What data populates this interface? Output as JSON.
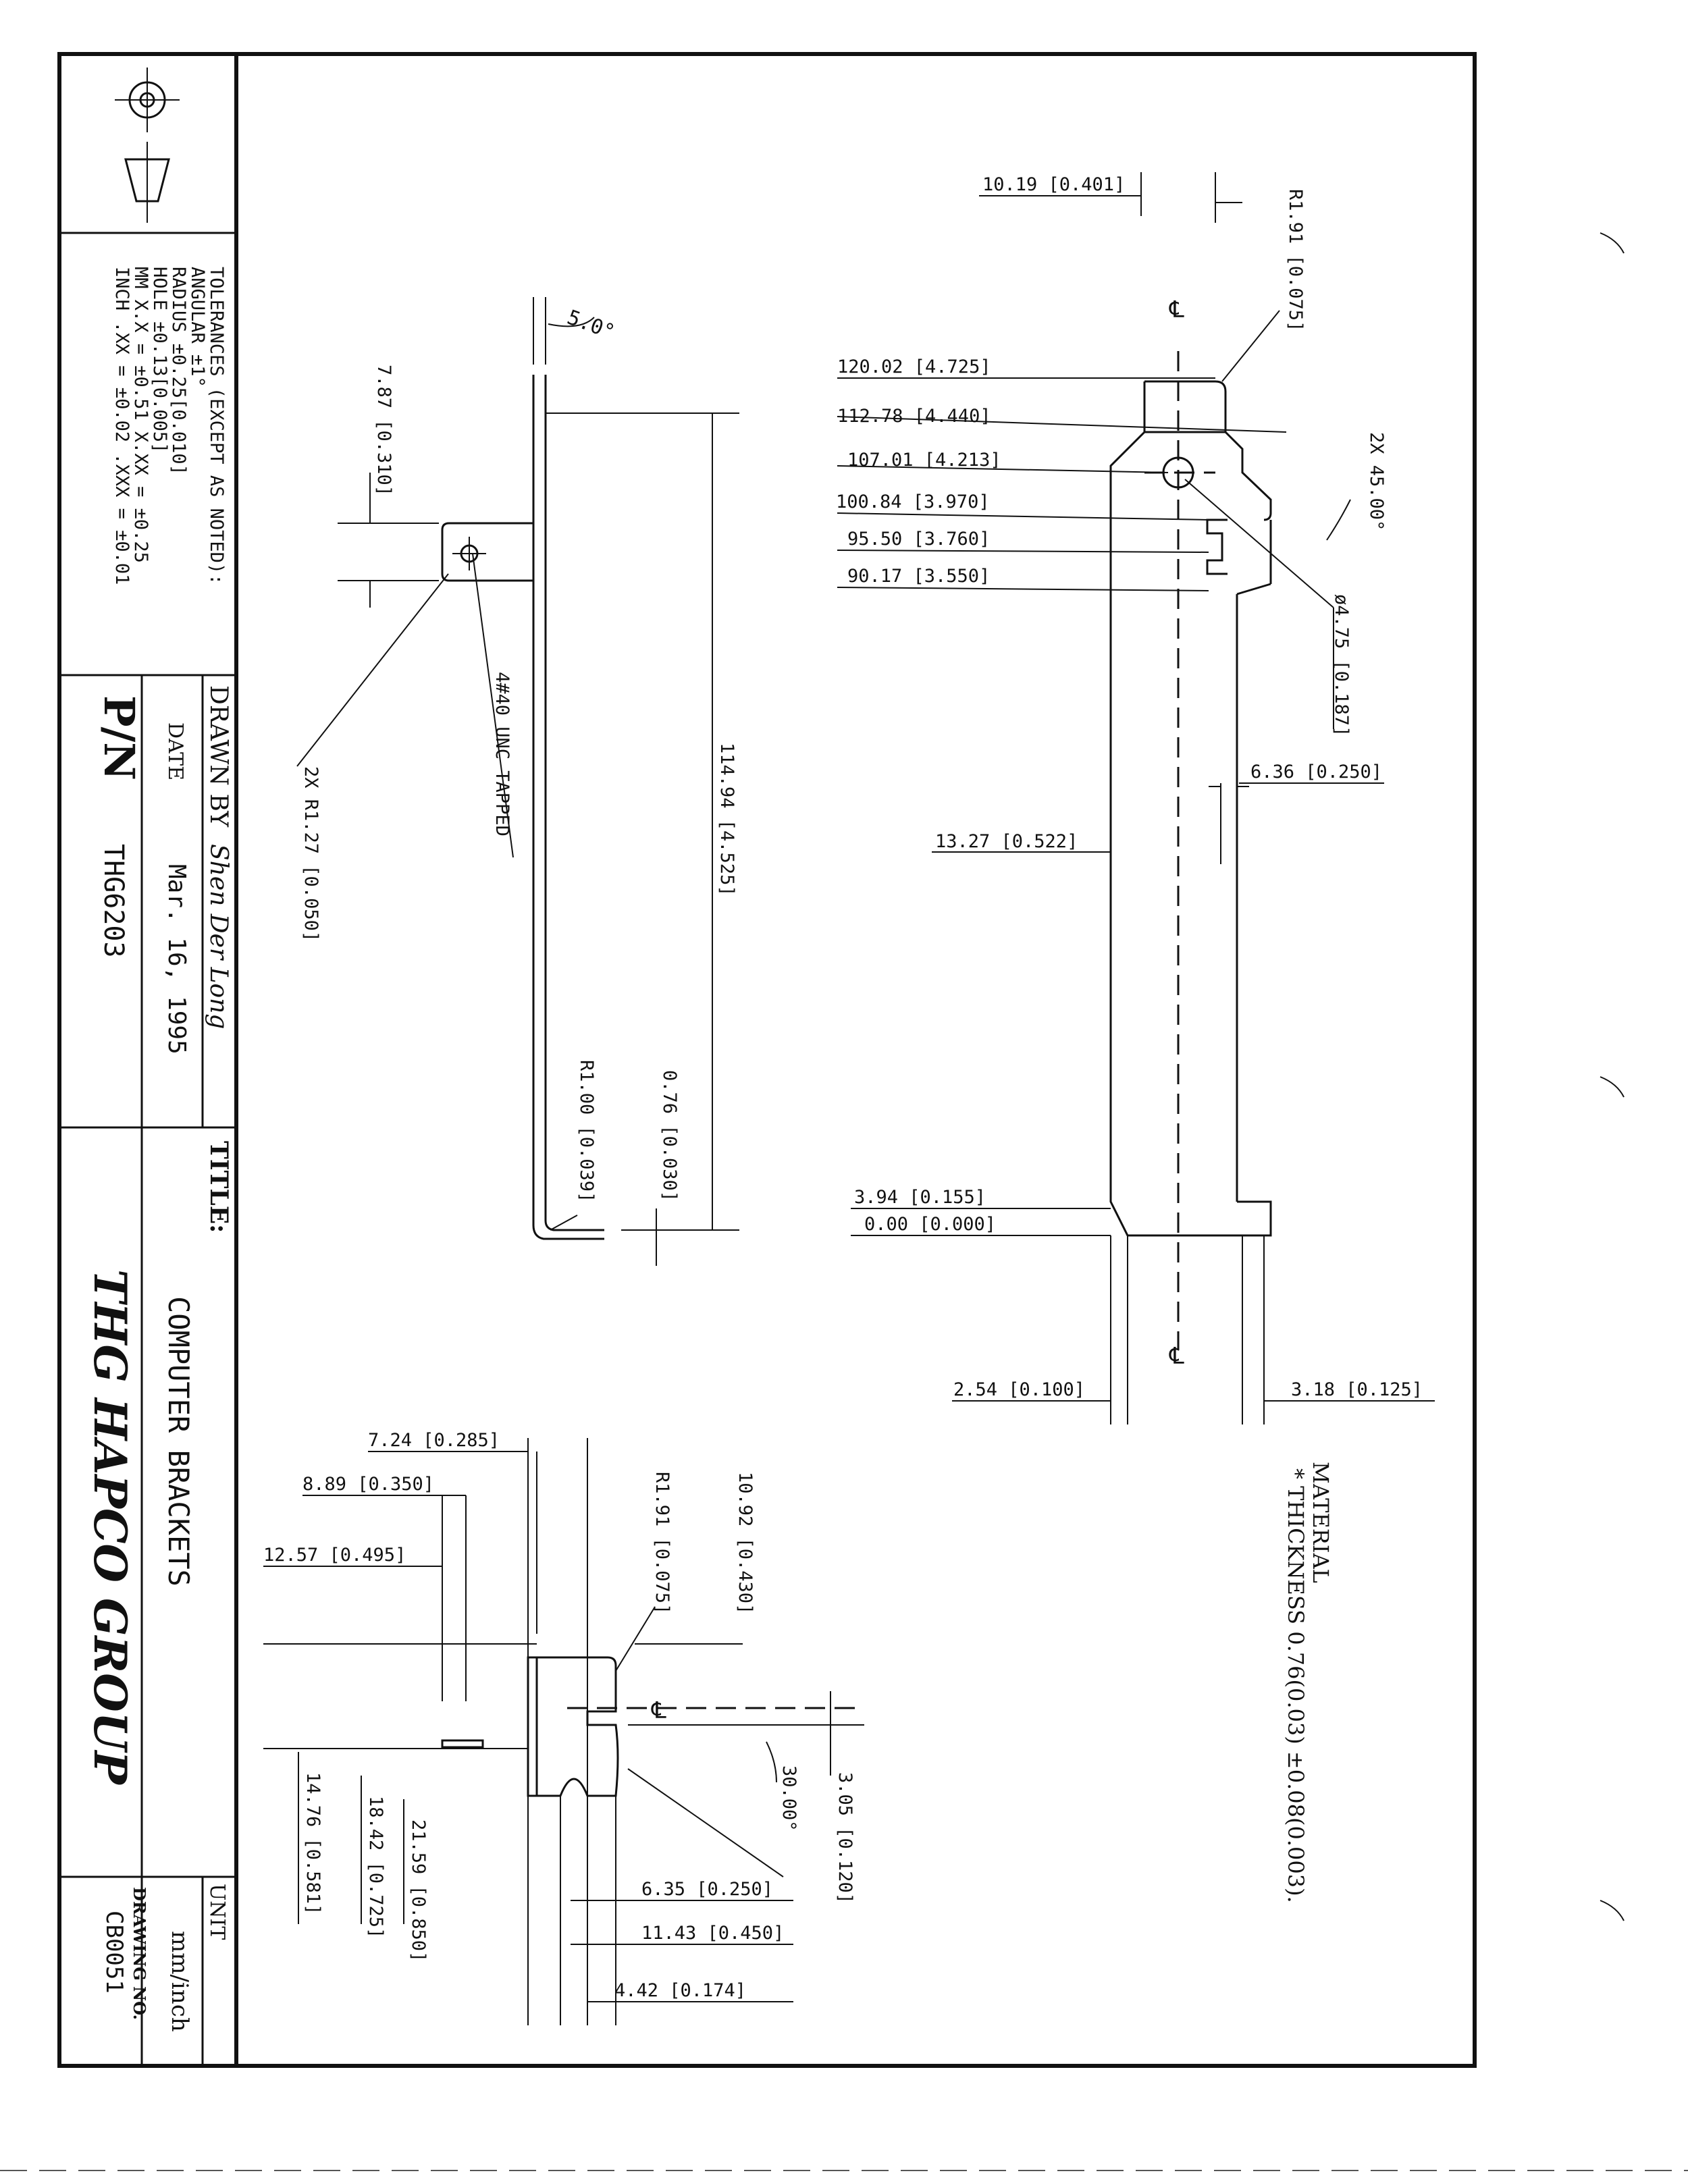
{
  "title_block": {
    "tolerances": [
      "TOLERANCES (EXCEPT AS NOTED):",
      "ANGULAR ±1°",
      "RADIUS ±0.25[0.010]",
      "HOLE ±0.13[0.005]",
      "MM X.X = ±0.51 X.XX = ±0.25",
      "INCH .XX = ±0.02 .XXX = ±0.01"
    ],
    "drawn_by_label": "DRAWN BY",
    "drawn_by_value": "Shen Der Long",
    "date_label": "DATE",
    "date_value": "Mar. 16, 1995",
    "pn_label": "P/N",
    "pn_value": "THG6203",
    "title_label": "TITLE:",
    "title_value": "COMPUTER BRACKETS",
    "company": "THG HAPCO GROUP",
    "unit_label": "UNIT",
    "unit_value": "mm/inch",
    "drawing_no_label": "DRAWING NO.",
    "drawing_no_value": "CB0051"
  },
  "side_view": {
    "angle": "5.0°",
    "dims": [
      "7.87 [0.310]",
      "114.94 [4.525]",
      "0.76 [0.030]",
      "R1.00 [0.039]",
      "2X R1.27 [0.050]",
      "4#40 UNC TAPPED"
    ]
  },
  "front_view": {
    "dims_left": [
      "10.19 [0.401]",
      "120.02 [4.725]",
      "112.78 [4.440]",
      "107.01 [4.213]",
      "100.84 [3.970]",
      "95.50 [3.760]",
      "90.17 [3.550]",
      "13.27 [0.522]",
      "3.94 [0.155]",
      "0.00 [0.000]",
      "2.54 [0.100]"
    ],
    "dims_right": [
      "R1.91 [0.075]",
      "2X 45.00°",
      "ø4.75 [0.187]",
      "6.36 [0.250]",
      "3.18 [0.125]"
    ],
    "centerline": "℄"
  },
  "end_view": {
    "dims_top": [
      "7.24 [0.285]",
      "8.89 [0.350]",
      "12.57 [0.495]"
    ],
    "dims_right": [
      "10.92 [0.430]",
      "R1.91 [0.075]",
      "30.00°",
      "3.05 [0.120]",
      "6.35 [0.250]",
      "11.43 [0.450]",
      "4.42 [0.174]"
    ],
    "dims_bottom": [
      "14.76 [0.581]",
      "18.42 [0.725]",
      "21.59 [0.850]"
    ],
    "centerline": "℄"
  },
  "material": {
    "label": "MATERIAL",
    "thickness": "* THICKNESS 0.76(0.03) ±0.08(0.003)."
  }
}
